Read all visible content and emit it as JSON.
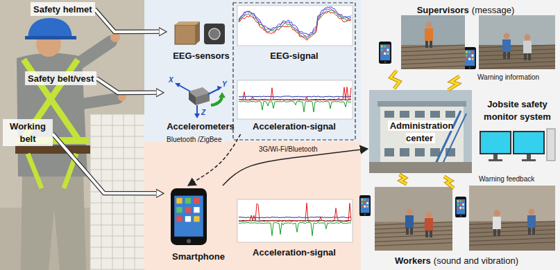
{
  "diagram": {
    "nodes": [
      {
        "text": [
          "Safety helmet"
        ]
      },
      {
        "text": [
          "Safety belt/vest"
        ]
      },
      {
        "text": [
          "Working belt"
        ]
      },
      {
        "text": [
          "EEG-sensors"
        ]
      },
      {
        "text": [
          "EEG-signal"
        ]
      },
      {
        "text": [
          "Accelerometers"
        ]
      },
      {
        "text": [
          "Acceleration-signal"
        ]
      },
      {
        "text": [
          "Smartphone"
        ]
      },
      {
        "text": [
          "Acceleration-signal"
        ]
      },
      {
        "text": [
          "Supervisors",
          "(message)"
        ]
      },
      {
        "text": [
          "Administration center"
        ]
      },
      {
        "text": [
          "Jobsite safety monitor system"
        ]
      },
      {
        "text": [
          "Workers",
          "(sound and vibration)"
        ]
      }
    ],
    "edges": [
      {
        "from": 0,
        "to": 3,
        "arrow": "to"
      },
      {
        "from": 1,
        "to": 5,
        "arrow": "to"
      },
      {
        "from": 2,
        "to": 7,
        "arrow": "to"
      },
      {
        "from": 6,
        "to": 7,
        "arrow": "to"
      },
      {
        "from": 7,
        "to": 10,
        "label": "3G/Wi-Fi/Bluetooth",
        "arrow": "to"
      },
      {
        "from": 10,
        "to": 9,
        "arrow": "none"
      },
      {
        "from": 10,
        "to": 12,
        "arrow": "none"
      }
    ],
    "labels": [
      "X",
      "Y",
      "Z",
      "Bluetooth /ZigBee",
      "Warning information",
      "Warning feedback"
    ]
  }
}
